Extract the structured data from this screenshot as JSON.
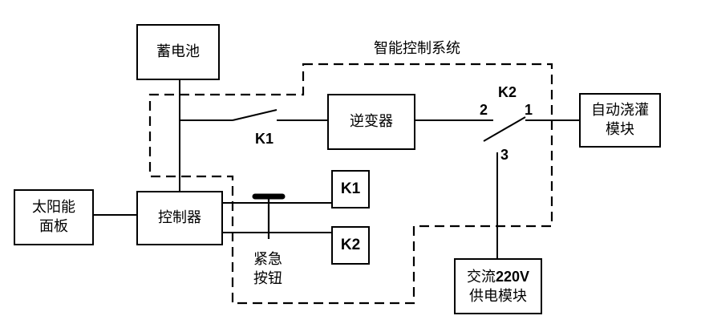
{
  "diagram": {
    "system_label": "智能控制系统",
    "blocks": {
      "battery": "蓄电池",
      "inverter": "逆变器",
      "irrigation": "自动浇灌\n模块",
      "solar_panel": "太阳能\n面板",
      "controller": "控制器",
      "relay_k1": "K1",
      "relay_k2": "K2",
      "ac_supply_line1_prefix": "交流",
      "ac_supply_line1_value": "220V",
      "ac_supply_line2": "供电模块"
    },
    "switch_labels": {
      "k1": "K1",
      "k2": "K2",
      "k2_pin1": "1",
      "k2_pin2": "2",
      "k2_pin3": "3"
    },
    "emergency_button": "紧急\n按钮"
  }
}
